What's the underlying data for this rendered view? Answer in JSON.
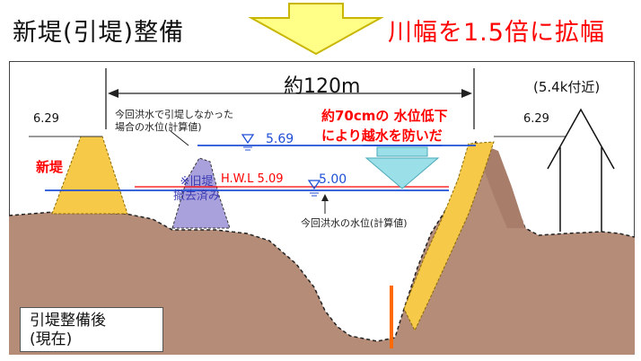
{
  "header": {
    "title": "新堤(引堤)整備",
    "note": "川幅を1.5倍に拡幅"
  },
  "diagram": {
    "width_label": "約120m",
    "location_label": "(5.4k付近)",
    "levee_top_left": "6.29",
    "levee_top_right": "6.29",
    "note_previous_level": "今回洪水で引堤しなかった\n場合の水位(計算値)",
    "level_without_levee": "5.69",
    "hwl_label": "H.W.L 5.09",
    "level_current": "5.00",
    "note_water_drop": "約70cmの 水位低下\nにより越水を防いだ",
    "new_levee_label": "新堤",
    "old_levee_label": "※旧堤\n撤去済み",
    "note_current_level": "今回洪水の水位(計算値)",
    "box_label": "引堤整備後\n(現在)",
    "colors": {
      "ground": "#b48c78",
      "levee": "#f7c948",
      "old_levee": "#a9a1dc",
      "water_line": "#1f4fd6",
      "hwl_line": "#ff0000",
      "drop_arrow": "#9be0e8"
    }
  }
}
